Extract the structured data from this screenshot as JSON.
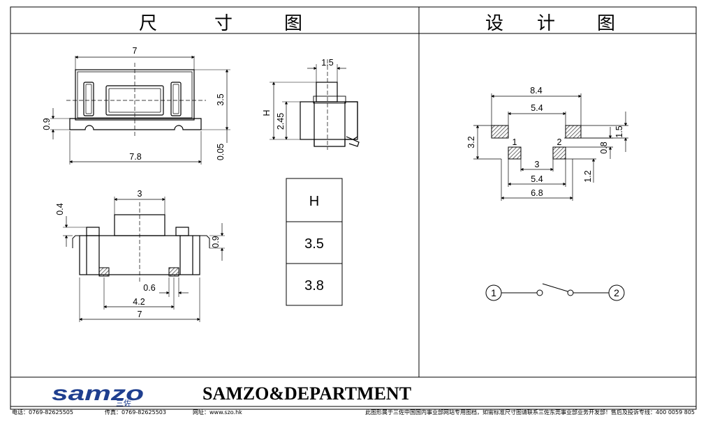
{
  "headers": {
    "left": [
      "尺",
      "寸",
      "图"
    ],
    "right": [
      "设",
      "计",
      "图"
    ]
  },
  "top_view": {
    "width": "7",
    "base_width": "7.8",
    "height": "3.5",
    "offset": "0.9",
    "gap": "0.05"
  },
  "side_view": {
    "top": "1.5",
    "H": "H",
    "height": "2.45"
  },
  "front_view": {
    "button": "3",
    "protrusion": "0.4",
    "leg": "0.9",
    "pad": "0.6",
    "pitch": "4.2",
    "width": "7"
  },
  "h_table": {
    "header": "H",
    "values": [
      "3.5",
      "3.8"
    ]
  },
  "pcb_layout": {
    "outer": "8.4",
    "inner": "5.4",
    "height": "3.2",
    "pad_h": "1.5",
    "pad_w": "0.8",
    "gap": "3",
    "inner_bottom": "5.4",
    "outer_bottom": "6.8",
    "offset": "1.2",
    "pin1": "1",
    "pin2": "2"
  },
  "schematic": {
    "node1": "1",
    "node2": "2"
  },
  "footer": {
    "logo_text": "samzo",
    "logo_sub": "三佐",
    "department": "SAMZO&DEPARTMENT",
    "phone": "电话：0769-82625505",
    "fax": "传真：0769-82625503",
    "web": "网址：www.szo.hk",
    "notice": "此图形属于三佐中国国内事业部网站专用图档，如需标准尺寸图请联系三佐东莞事业部业务开发部！售后及投诉专线：400 0059 805"
  },
  "colors": {
    "line": "#000000",
    "hatch": "#555555",
    "logo_blue": "#1f3f8f"
  }
}
